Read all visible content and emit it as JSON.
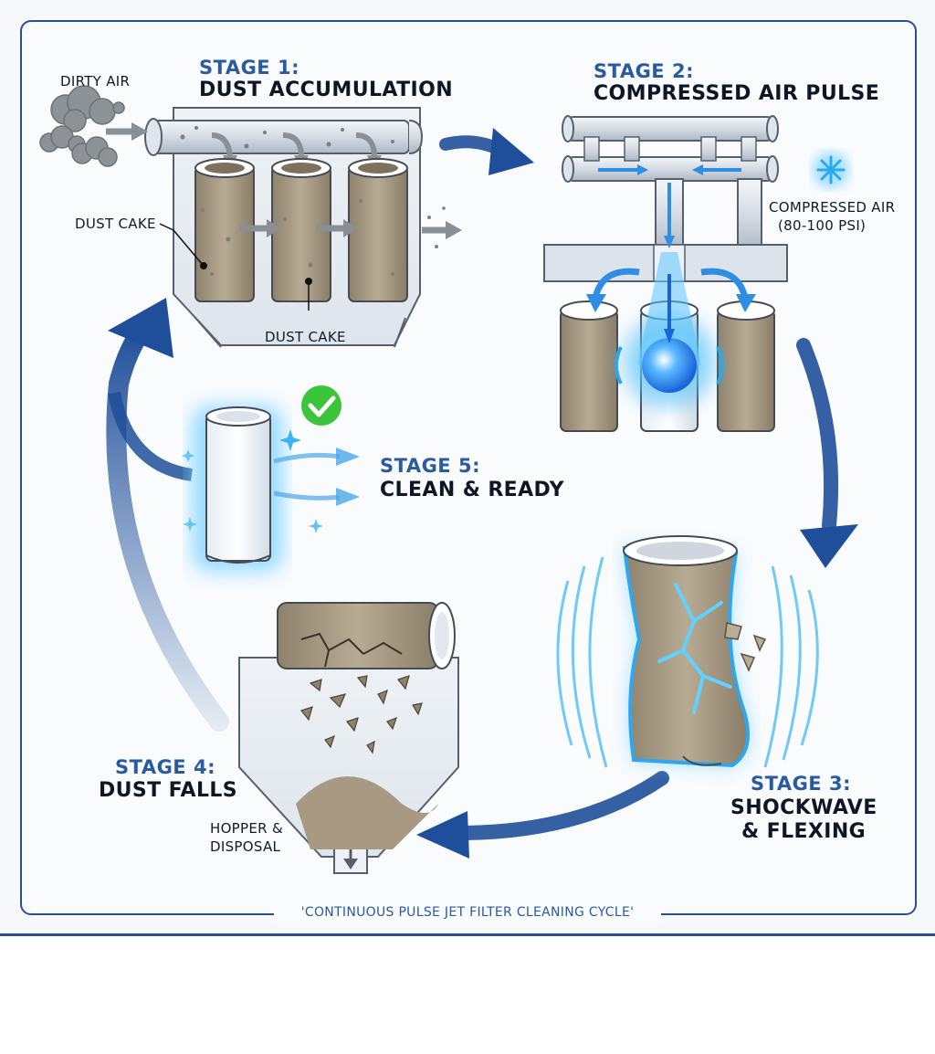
{
  "stages": [
    {
      "number": "STAGE 1:",
      "name": "DUST ACCUMULATION"
    },
    {
      "number": "STAGE 2:",
      "name": "COMPRESSED AIR PULSE"
    },
    {
      "number": "STAGE 3:",
      "name_line1": "SHOCKWAVE",
      "name_line2": "& FLEXING"
    },
    {
      "number": "STAGE 4:",
      "name": "DUST FALLS"
    },
    {
      "number": "STAGE 5:",
      "name": "CLEAN & READY"
    }
  ],
  "labels": {
    "dirty_air": "DIRTY AIR",
    "dust_cake_left": "DUST CAKE",
    "dust_cake_bottom": "DUST CAKE",
    "compressed_air_line1": "COMPRESSED AIR",
    "compressed_air_line2": "(80-100 PSI)",
    "hopper_line1": "HOPPER &",
    "hopper_line2": "DISPOSAL"
  },
  "caption": "'CONTINUOUS PULSE JET FILTER CLEANING CYCLE'",
  "icons": [
    "dirty-air-cloud-icon",
    "checkmark-icon",
    "snowflake-icon",
    "sparkle-icon"
  ],
  "colors": {
    "accent_blue": "#2a5aa0",
    "arrow_blue": "#1f4f9a",
    "glow_blue": "#3ab4f2",
    "dust": "#a89a82",
    "check_green": "#3cc43a"
  }
}
